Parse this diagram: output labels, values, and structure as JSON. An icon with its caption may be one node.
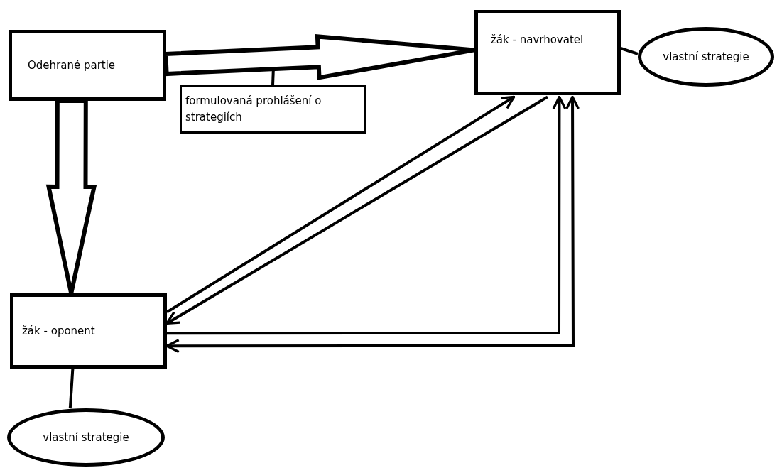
{
  "diagram": {
    "nodes": [
      {
        "text": [
          "Odehrané partie"
        ]
      },
      {
        "text": [
          "žák - navrhovatel"
        ]
      },
      {
        "text": [
          "vlastní strategie"
        ]
      },
      {
        "text": [
          "formulovaná prohlášení o strategiích"
        ]
      },
      {
        "text": [
          "žák - oponent"
        ]
      },
      {
        "text": [
          "vlastní strategie"
        ]
      }
    ],
    "edges": [
      {
        "from": 0,
        "to": 1,
        "arrow": "to",
        "style": "thick"
      },
      {
        "from": 0,
        "to": 4,
        "arrow": "to",
        "style": "thick"
      },
      {
        "from": 4,
        "to": 1,
        "arrow": "to"
      },
      {
        "from": 1,
        "to": 4,
        "arrow": "to"
      },
      {
        "from": 4,
        "to": 1,
        "arrow": "to"
      },
      {
        "from": 1,
        "to": 4,
        "arrow": "both"
      },
      {
        "from": 1,
        "to": 2,
        "arrow": "none"
      },
      {
        "from": 4,
        "to": 5,
        "arrow": "none"
      },
      {
        "from": 3,
        "to": null,
        "arrow": "none"
      }
    ]
  }
}
